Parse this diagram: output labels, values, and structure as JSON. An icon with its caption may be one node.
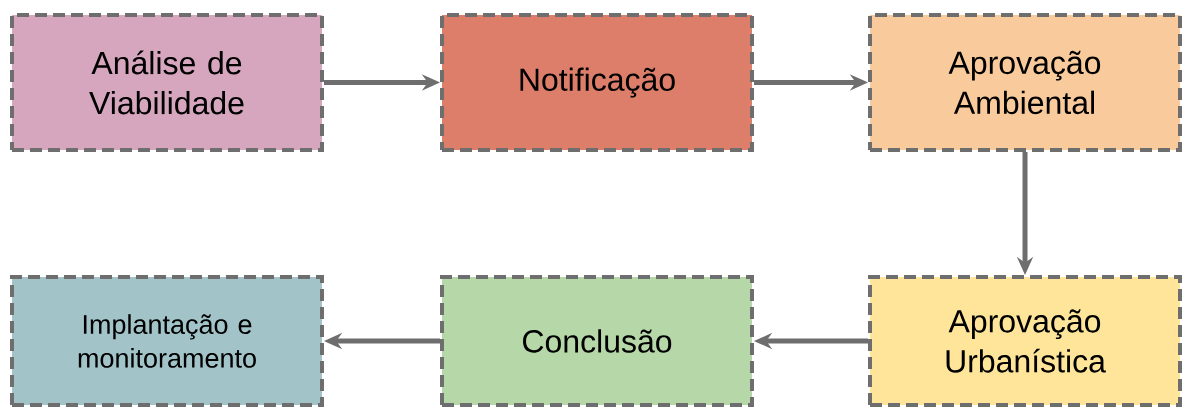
{
  "diagram": {
    "nodes": [
      {
        "text": [
          "Análise de Viabilidade"
        ]
      },
      {
        "text": [
          "Notificação"
        ]
      },
      {
        "text": [
          "Aprovação Ambiental"
        ]
      },
      {
        "text": [
          "Aprovação Urbanística"
        ]
      },
      {
        "text": [
          "Conclusão"
        ]
      },
      {
        "text": [
          "Implantação e monitoramento"
        ]
      }
    ],
    "edges": [
      {
        "from": 0,
        "to": 1,
        "arrow": "to"
      },
      {
        "from": 1,
        "to": 2,
        "arrow": "to"
      },
      {
        "from": 2,
        "to": 3,
        "arrow": "to"
      },
      {
        "from": 3,
        "to": 4,
        "arrow": "to"
      },
      {
        "from": 4,
        "to": 5,
        "arrow": "to"
      }
    ]
  }
}
